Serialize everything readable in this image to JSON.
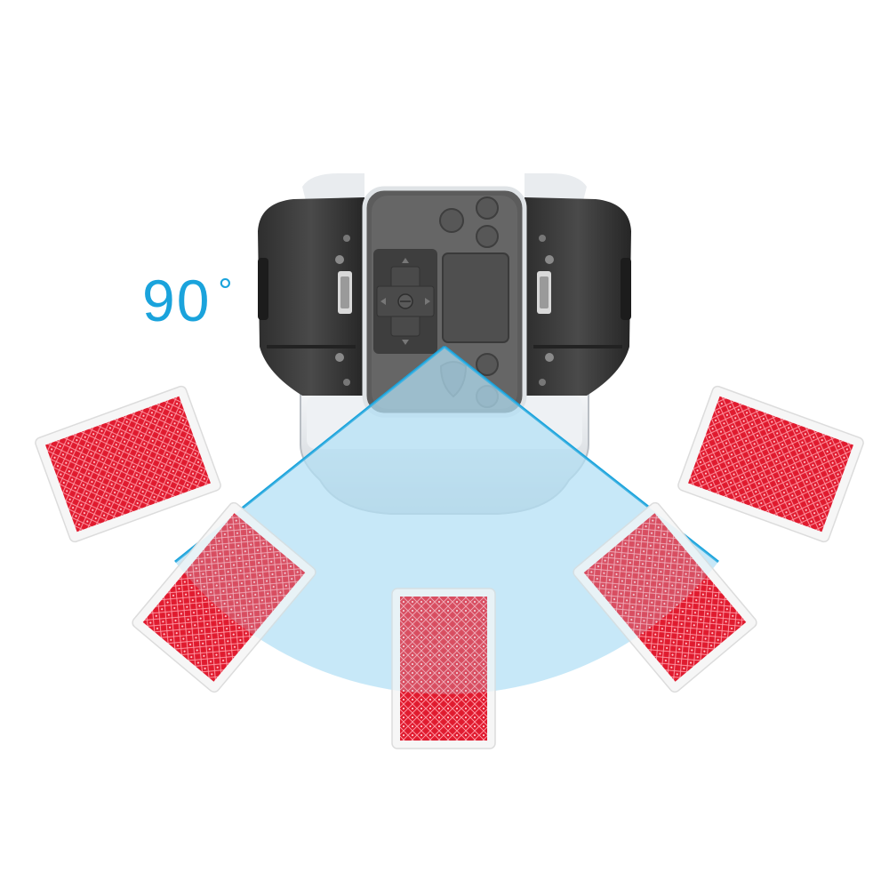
{
  "figure": {
    "angle_value": "90",
    "angle_unit": "°"
  },
  "colors": {
    "accent": "#1aa3dc",
    "fan": "#bfe6f7",
    "card_red": "#e01b2f",
    "device_dark": "#3a3a3a",
    "device_panel": "#5a5a5a"
  },
  "cards": [
    {
      "id": "far-left"
    },
    {
      "id": "near-left"
    },
    {
      "id": "center"
    },
    {
      "id": "near-right"
    },
    {
      "id": "far-right"
    }
  ]
}
